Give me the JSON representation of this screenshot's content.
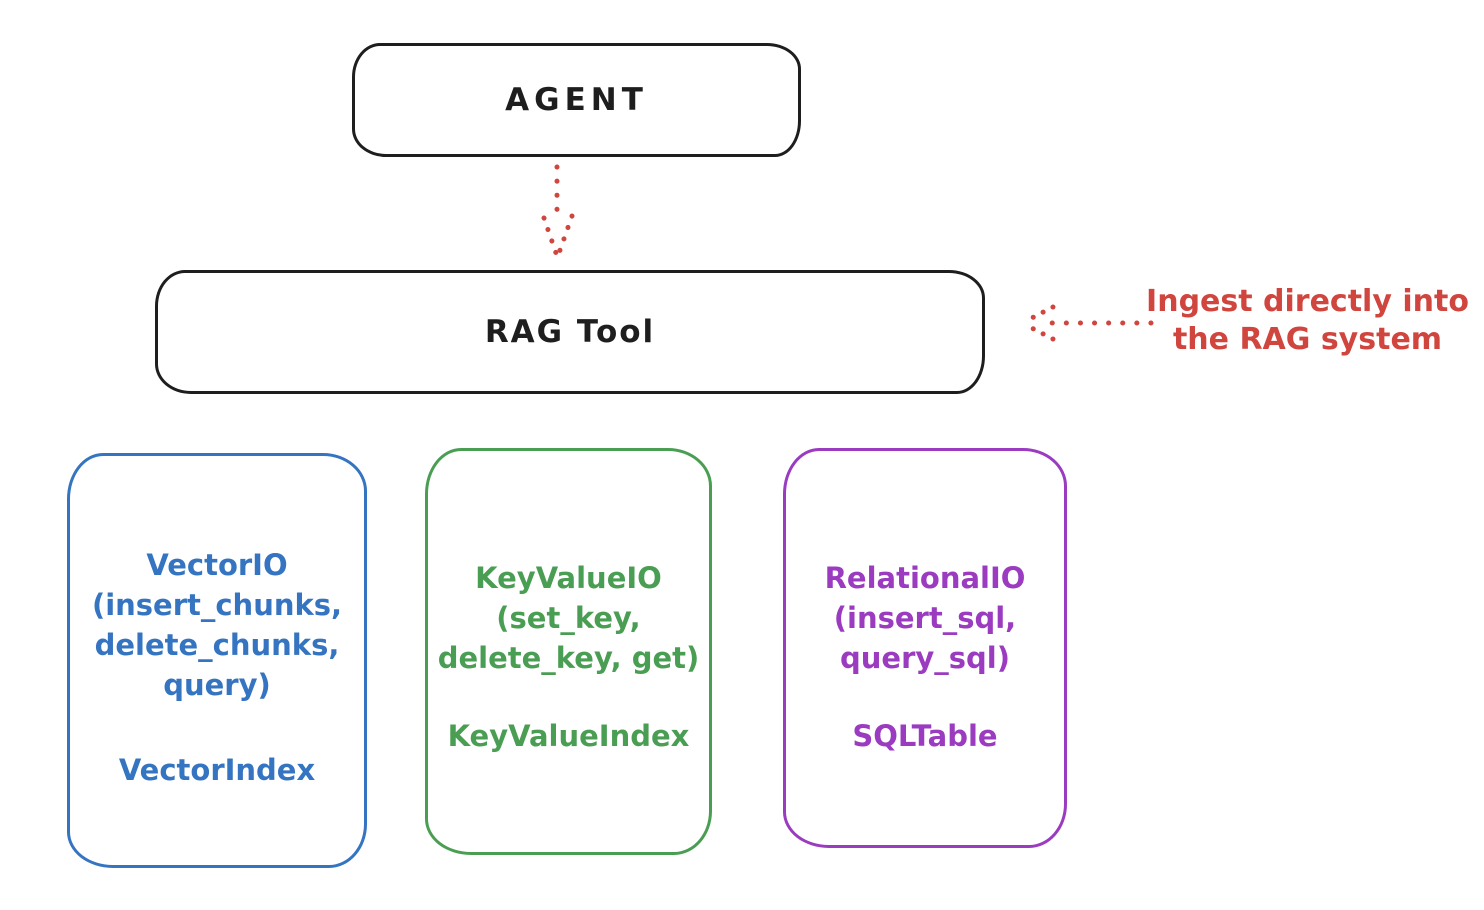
{
  "agent": {
    "label": "AGENT"
  },
  "rag_tool": {
    "label": "RAG Tool"
  },
  "annotation": {
    "text": "Ingest directly into\nthe RAG system"
  },
  "stores": {
    "vector": {
      "signature": "VectorIO\n(insert_chunks,\ndelete_chunks,\nquery)",
      "index": "VectorIndex",
      "color": "#3474c0"
    },
    "keyvalue": {
      "signature": "KeyValueIO\n(set_key,\ndelete_key, get)",
      "index": "KeyValueIndex",
      "color": "#4a9e53"
    },
    "relational": {
      "signature": "RelationalIO\n(insert_sql,\nquery_sql)",
      "index": "SQLTable",
      "color": "#9a3bc0"
    }
  },
  "colors": {
    "box_stroke": "#1e1e1e",
    "arrow_red": "#d0453e",
    "background": "#ffffff"
  }
}
